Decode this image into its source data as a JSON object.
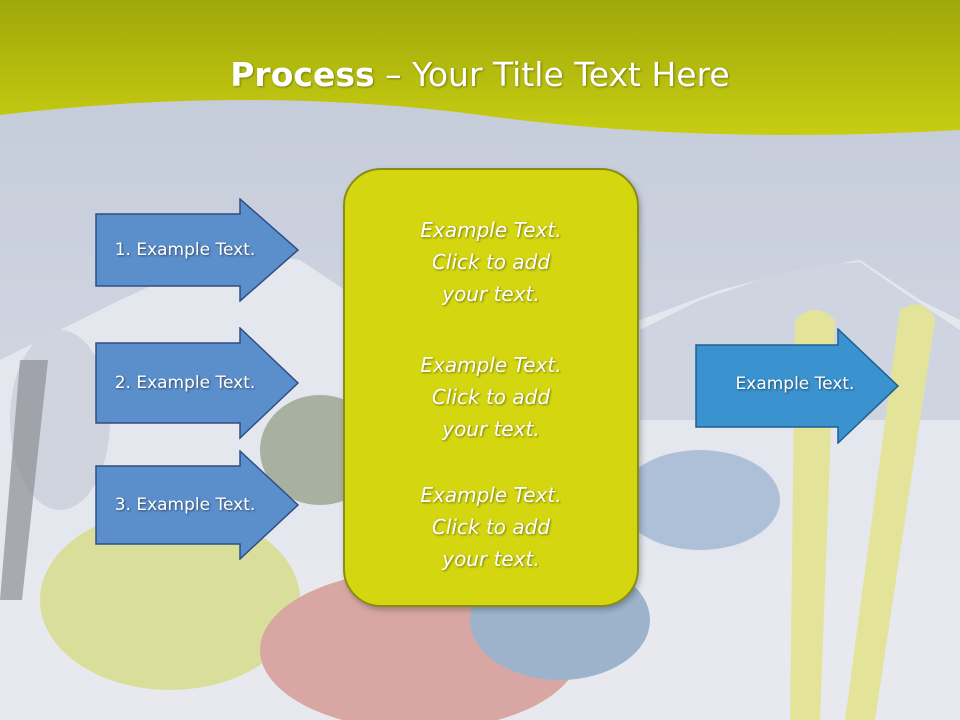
{
  "slide": {
    "title_bold": "Process",
    "title_rest": " – Your Title Text Here"
  },
  "left_arrows": [
    {
      "label": "1. Example Text."
    },
    {
      "label": "2. Example Text."
    },
    {
      "label": "3. Example Text."
    }
  ],
  "center_box": {
    "paragraphs": [
      {
        "line1": "Example Text.",
        "line2": "Click  to add",
        "line3": "your text."
      },
      {
        "line1": "Example Text.",
        "line2": "Click  to add",
        "line3": "your text."
      },
      {
        "line1": "Example Text.",
        "line2": "Click  to add",
        "line3": "your text."
      }
    ]
  },
  "right_arrow": {
    "label": "Example Text."
  },
  "colors": {
    "header": "#b7bf0a",
    "arrow_left": "#5b8fcc",
    "arrow_right": "#3a92cf",
    "center_box": "#d4d70f"
  }
}
